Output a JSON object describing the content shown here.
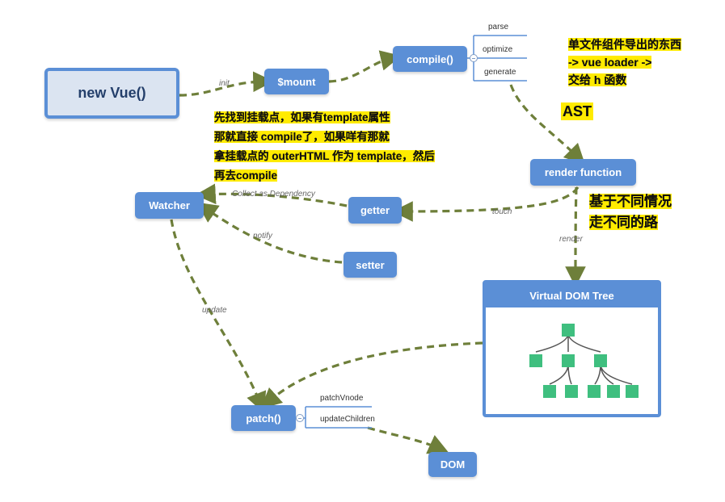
{
  "nodes": {
    "new_vue": "new Vue()",
    "mount": "$mount",
    "compile": "compile()",
    "render_function": "render function",
    "watcher": "Watcher",
    "getter": "getter",
    "setter": "setter",
    "virtual_dom_tree": "Virtual DOM Tree",
    "patch": "patch()",
    "dom": "DOM"
  },
  "compile_steps": [
    "parse",
    "optimize",
    "generate"
  ],
  "patch_steps": [
    "patchVnode",
    "updateChildren"
  ],
  "edge_labels": {
    "init": "init",
    "collect": "Collect as Dependency",
    "touch": "touch",
    "notify": "notify",
    "render": "render",
    "update": "update"
  },
  "notes": {
    "sfc": [
      "单文件组件导出的东西",
      " -> vue loader ->",
      "交给 h 函数"
    ],
    "ast": "AST",
    "mount_note": [
      "先找到挂载点，如果有template属性",
      "那就直接 compile了，如果咩有那就",
      "拿挂载点的 outerHTML 作为 template，然后",
      "再去compile"
    ],
    "paths": [
      "基于不同情况",
      "走不同的路"
    ]
  },
  "colors": {
    "node_blue": "#5b8fd6",
    "big_fill": "#dbe4f1",
    "edge_green": "#6e7f3a",
    "highlight": "#ffeb00",
    "cube_green": "#3fbf7f"
  }
}
